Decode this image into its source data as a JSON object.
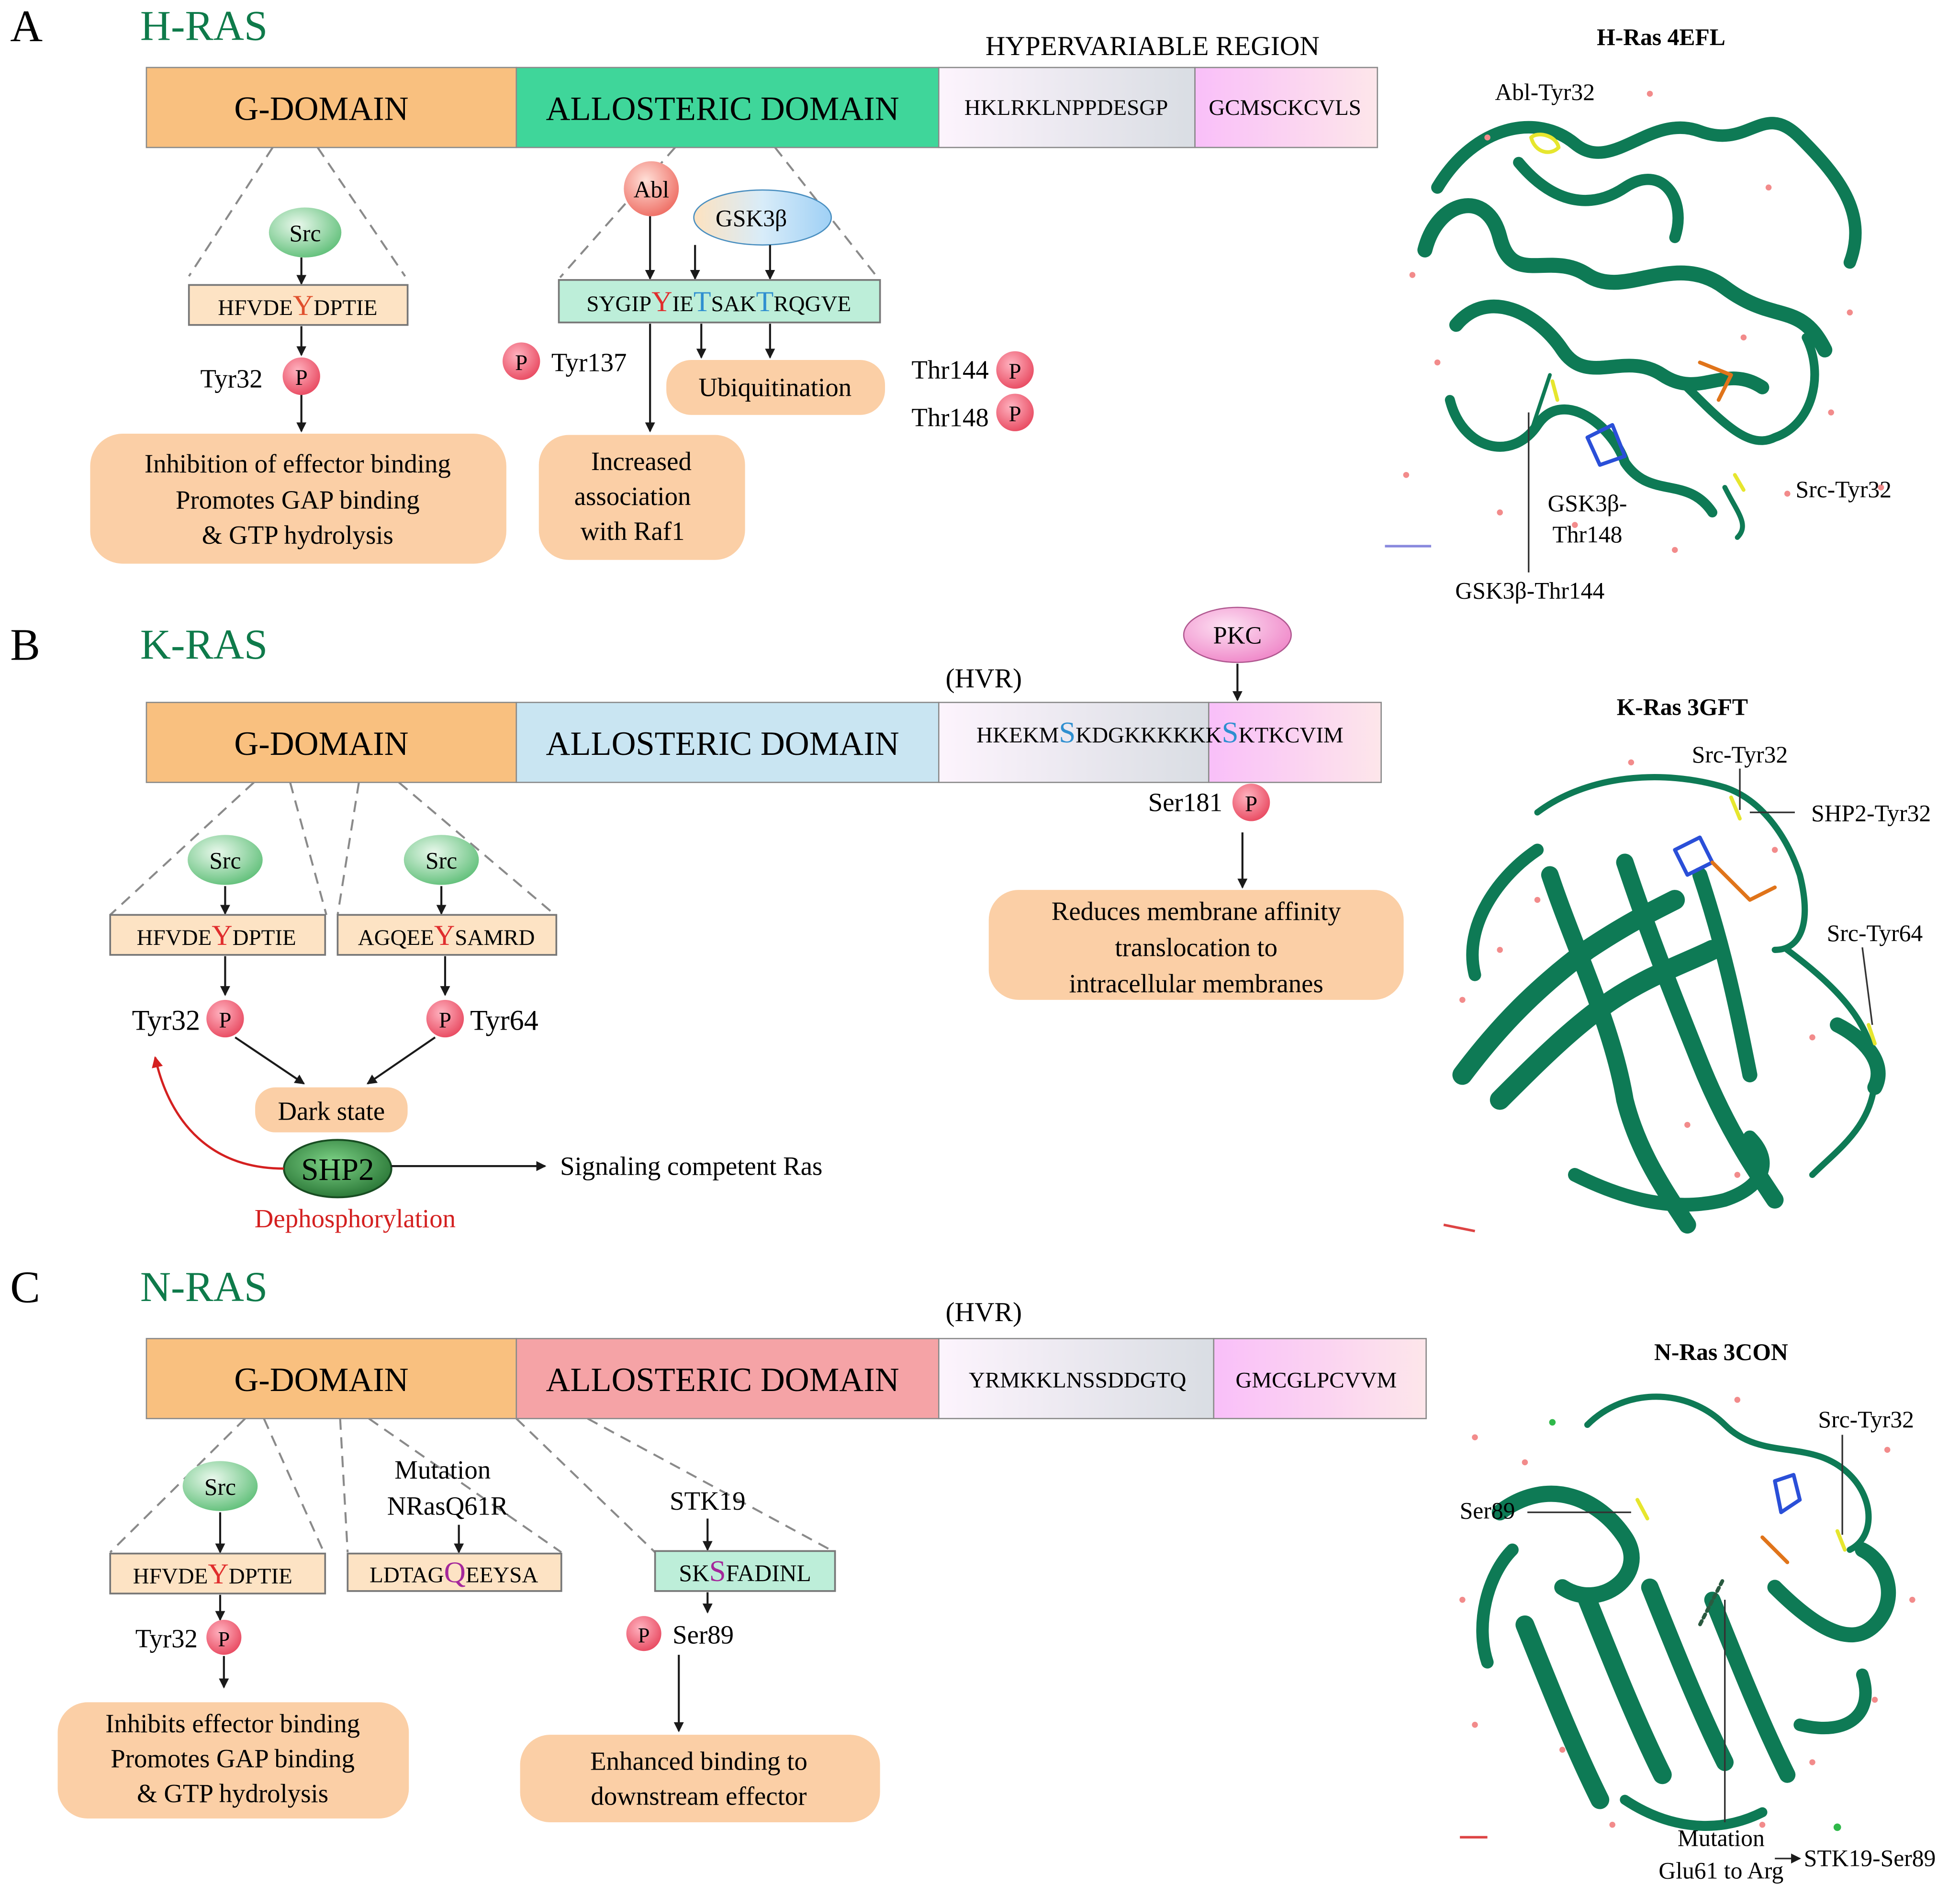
{
  "colors": {
    "ras_title": "#0e7a4a",
    "g_domain": "#f9c07f",
    "allo_h": "#3fd69a",
    "allo_k": "#c9e5f2",
    "allo_n": "#f5a3a6",
    "hvr_left_a": "#fdf4fd",
    "hvr_left_b": "#dde0e6",
    "hvr_right_a": "#fbc6fb",
    "hvr_right_b": "#fde6ea",
    "seq_tan": "#fde3c4",
    "seq_green": "#bdeed9",
    "result_box": "#fbcfa6",
    "phospho": "#f06a7e",
    "src_green": "#8fd79f",
    "abl_red": "#f48a80",
    "gsk_blue": "#b7dbf8",
    "pkc_pink": "#f39ad3",
    "shp2_green": "#2f8a3e",
    "tyr_red": "#e02d2d",
    "thr_blue": "#2f8fd0",
    "q_purple": "#a4279b",
    "ribbon": "#0e7a55",
    "dephos_red": "#d42020"
  },
  "panel_a": {
    "letter": "A",
    "title": "H-RAS",
    "hvr_label": "HYPERVARIABLE REGION",
    "g_domain": "G-DOMAIN",
    "allosteric": "ALLOSTERIC DOMAIN",
    "hvr_seq_left": "HKLRKLNPPDESGP",
    "hvr_seq_right": "GCMSCKCVLS",
    "kinase_src": "Src",
    "seq_g_pre": "HFVDE",
    "seq_g_mod": "Y",
    "seq_g_post": "DPTIE",
    "p": "P",
    "tyr32": "Tyr32",
    "effect_g": [
      "Inhibition of effector binding",
      "Promotes GAP binding",
      "& GTP hydrolysis"
    ],
    "kinase_abl": "Abl",
    "kinase_gsk": "GSK3β",
    "seq_a_1": "SYGIP",
    "seq_a_2": "Y",
    "seq_a_3": "IE",
    "seq_a_4": "T",
    "seq_a_5": "SAK",
    "seq_a_6": "T",
    "seq_a_7": "RQGVE",
    "tyr137": "Tyr137",
    "ubiquitination": "Ubiquitination",
    "thr144": "Thr144",
    "thr148": "Thr148",
    "effect_a": [
      "Increased",
      "association",
      "with Raf1"
    ],
    "struct_title": "H-Ras 4EFL",
    "struct_labels": [
      "Abl-Tyr32",
      "GSK3β-",
      "Thr148",
      "Src-Tyr32",
      "GSK3β-Thr144"
    ]
  },
  "panel_b": {
    "letter": "B",
    "title": "K-RAS",
    "hvr_label": "(HVR)",
    "g_domain": "G-DOMAIN",
    "allosteric": "ALLOSTERIC DOMAIN",
    "hvr_seq_1": "HKEKM",
    "hvr_seq_2": "S",
    "hvr_seq_3": "KDGKKKKKK",
    "hvr_seq_4": "S",
    "hvr_seq_5": "KTKCVIM",
    "kinase_pkc": "PKC",
    "ser181": "Ser181",
    "effect_hvr": [
      "Reduces membrane affinity",
      "translocation to",
      "intracellular membranes"
    ],
    "kinase_src": "Src",
    "seq1_pre": "HFVDE",
    "seq1_mod": "Y",
    "seq1_post": "DPTIE",
    "seq2_pre": "AGQEE",
    "seq2_mod": "Y",
    "seq2_post": "SAMRD",
    "p": "P",
    "tyr32": "Tyr32",
    "tyr64": "Tyr64",
    "dark_state": "Dark state",
    "shp2": "SHP2",
    "signaling": "Signaling competent Ras",
    "dephos": "Dephosphorylation",
    "struct_title": "K-Ras 3GFT",
    "struct_labels": [
      "Src-Tyr32",
      "SHP2-Tyr32",
      "Src-Tyr64"
    ]
  },
  "panel_c": {
    "letter": "C",
    "title": "N-RAS",
    "hvr_label": "(HVR)",
    "g_domain": "G-DOMAIN",
    "allosteric": "ALLOSTERIC DOMAIN",
    "hvr_seq_left": "YRMKKLNSSDDGTQ",
    "hvr_seq_right": "GMCGLPCVVM",
    "kinase_src": "Src",
    "seq1_pre": "HFVDE",
    "seq1_mod": "Y",
    "seq1_post": "DPTIE",
    "p": "P",
    "tyr32": "Tyr32",
    "effect_g": [
      "Inhibits effector binding",
      "Promotes GAP binding",
      "& GTP hydrolysis"
    ],
    "mutation": [
      "Mutation",
      "NRasQ61R"
    ],
    "seq2_pre": "LDTAG",
    "seq2_mod": "Q",
    "seq2_post": "EEYSA",
    "kinase_stk": "STK19",
    "seq3_pre": "SK",
    "seq3_mod": "S",
    "seq3_post": "FADINL",
    "ser89": "Ser89",
    "effect_a": [
      "Enhanced binding to",
      "downstream effector"
    ],
    "struct_title": "N-Ras 3CON",
    "struct_labels": [
      "Ser89",
      "Src-Tyr32",
      "Mutation",
      "Glu61 to Arg",
      "STK19-Ser89"
    ]
  }
}
